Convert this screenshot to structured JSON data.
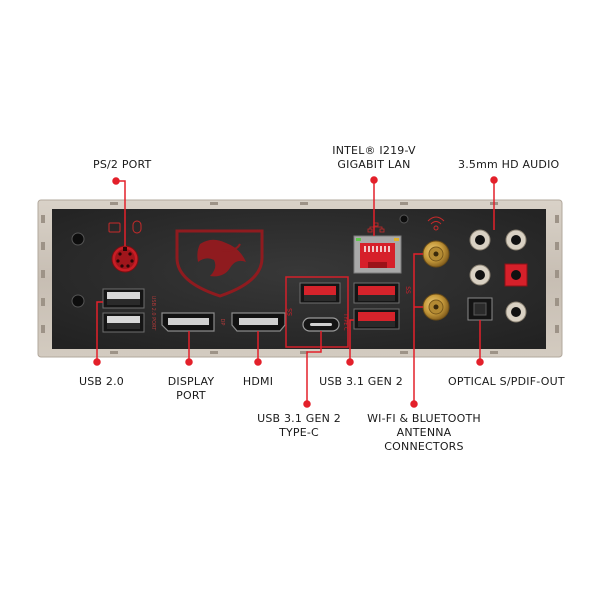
{
  "accent_color": "#e3202a",
  "labels": {
    "ps2": "PS/2 PORT",
    "lan_line1": "INTEL® I219-V",
    "lan_line2": "GIGABIT LAN",
    "audio": "3.5mm HD AUDIO",
    "usb20": "USB 2.0",
    "dp_line1": "DISPLAY",
    "dp_line2": "PORT",
    "hdmi": "HDMI",
    "usb31": "USB 3.1 GEN 2",
    "optical": "OPTICAL S/PDIF-OUT",
    "typec_line1": "USB 3.1 GEN 2",
    "typec_line2": "TYPE-C",
    "wifi_line1": "WI-FI & BLUETOOTH",
    "wifi_line2": "ANTENNA",
    "wifi_line3": "CONNECTORS"
  },
  "panel": {
    "plate_print_usb": "USB 2.0 PORT",
    "plate_print_dp": "DP",
    "plate_print_hdmi": "HDMI",
    "plate_print_typec": "TYPE C",
    "plate_print_ss": "SS"
  },
  "icons": [
    "keyboard-mouse-icon",
    "network-icon",
    "wifi-antenna-icon",
    "msi-dragon-logo"
  ]
}
